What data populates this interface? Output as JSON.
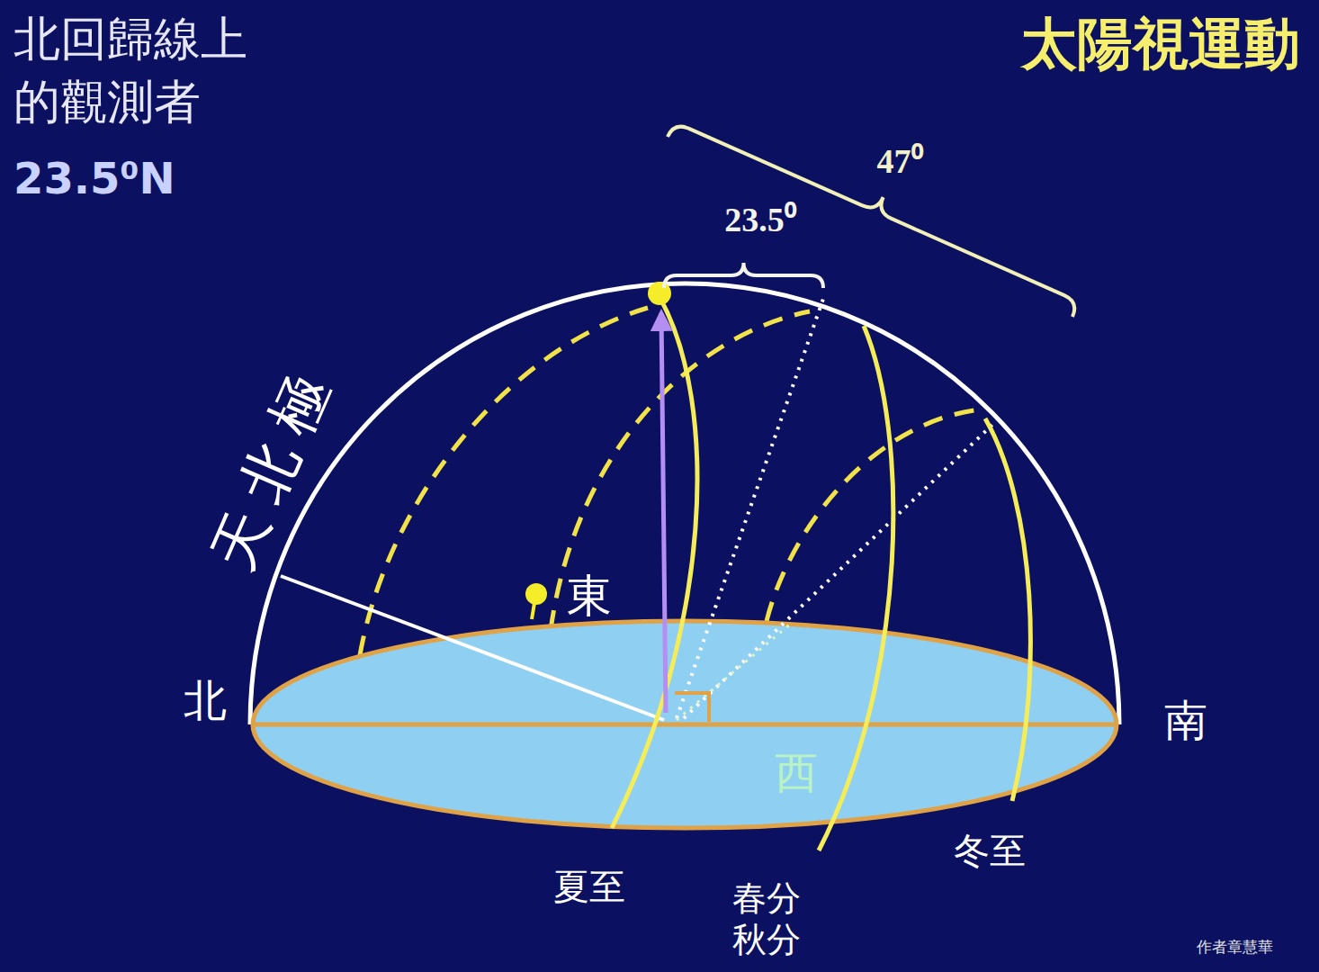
{
  "diagram": {
    "title": "太陽視運動",
    "labels": [
      "北回歸線上 的觀測者",
      "23.5⁰N",
      "47⁰",
      "23.5⁰",
      "天北極",
      "東",
      "北",
      "南",
      "西",
      "夏至",
      "春分 秋分",
      "冬至",
      "作者章慧華"
    ]
  }
}
